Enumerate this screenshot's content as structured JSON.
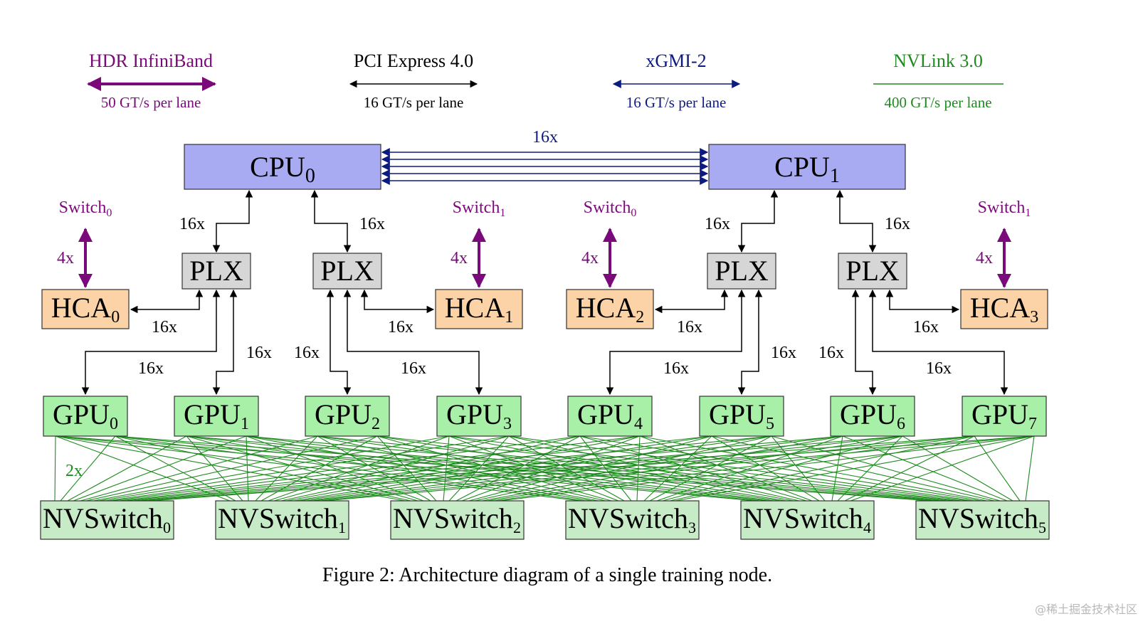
{
  "colors": {
    "infiniband": "#7a0a7a",
    "pcie": "#000000",
    "xgmi": "#0d1a80",
    "nvlink": "#1f8a1f",
    "cpu_fill": "#a9abf2",
    "plx_fill": "#d6d6d6",
    "hca_fill": "#fbd3a6",
    "gpu_fill": "#a8f0a8",
    "nvswitch_fill": "#c6ebc6"
  },
  "legend": [
    {
      "id": "infiniband",
      "title": "HDR InfiniBand",
      "subtitle": "50 GT/s per lane"
    },
    {
      "id": "pcie",
      "title": "PCI Express 4.0",
      "subtitle": "16 GT/s per lane"
    },
    {
      "id": "xgmi",
      "title": "xGMI-2",
      "subtitle": "16 GT/s per lane"
    },
    {
      "id": "nvlink",
      "title": "NVLink 3.0",
      "subtitle": "400 GT/s per lane"
    }
  ],
  "nodes": {
    "cpus": [
      {
        "base": "CPU",
        "sub": "0"
      },
      {
        "base": "CPU",
        "sub": "1"
      }
    ],
    "plx": [
      "PLX",
      "PLX",
      "PLX",
      "PLX"
    ],
    "hcas": [
      {
        "base": "HCA",
        "sub": "0"
      },
      {
        "base": "HCA",
        "sub": "1"
      },
      {
        "base": "HCA",
        "sub": "2"
      },
      {
        "base": "HCA",
        "sub": "3"
      }
    ],
    "gpus": [
      {
        "base": "GPU",
        "sub": "0"
      },
      {
        "base": "GPU",
        "sub": "1"
      },
      {
        "base": "GPU",
        "sub": "2"
      },
      {
        "base": "GPU",
        "sub": "3"
      },
      {
        "base": "GPU",
        "sub": "4"
      },
      {
        "base": "GPU",
        "sub": "5"
      },
      {
        "base": "GPU",
        "sub": "6"
      },
      {
        "base": "GPU",
        "sub": "7"
      }
    ],
    "nvswitches": [
      {
        "base": "NVSwitch",
        "sub": "0"
      },
      {
        "base": "NVSwitch",
        "sub": "1"
      },
      {
        "base": "NVSwitch",
        "sub": "2"
      },
      {
        "base": "NVSwitch",
        "sub": "3"
      },
      {
        "base": "NVSwitch",
        "sub": "4"
      },
      {
        "base": "NVSwitch",
        "sub": "5"
      }
    ],
    "external_switches": [
      {
        "base": "Switch",
        "sub": "0"
      },
      {
        "base": "Switch",
        "sub": "1"
      },
      {
        "base": "Switch",
        "sub": "0"
      },
      {
        "base": "Switch",
        "sub": "1"
      }
    ]
  },
  "labels": {
    "xgmi_width": "16x",
    "pcie_width": "16x",
    "infiniband_width": "4x",
    "nvlink_width": "2x"
  },
  "caption": "Figure 2: Architecture diagram of a single training node.",
  "watermark": "@稀土掘金技术社区"
}
